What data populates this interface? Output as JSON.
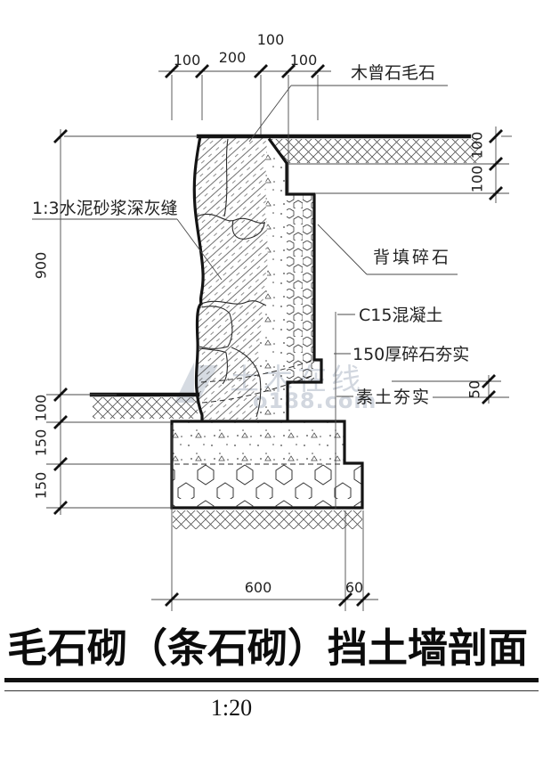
{
  "title": {
    "text": "毛石砌（条石砌）挡土墙剖面",
    "scale": "1:20"
  },
  "annotations": {
    "top_stone": "木曾石毛石",
    "mortar": "1:3水泥砂浆深灰缝",
    "backfill": "背填碎石",
    "concrete": "C15混凝土",
    "gravel_layer": "150厚碎石夯实",
    "soil": "素土夯实"
  },
  "dimensions": {
    "top": [
      "100",
      "200",
      "100",
      "100"
    ],
    "left": [
      "900",
      "100",
      "150",
      "150"
    ],
    "right_top": [
      "100",
      "100"
    ],
    "right_mid": [
      "50"
    ],
    "bottom": [
      "600",
      "60"
    ]
  },
  "watermark": {
    "name": "土木在线",
    "domain": "o188.com"
  },
  "colors": {
    "line": "#141414",
    "thin_line": "#4a4a4a",
    "watermark": "#aeb8c6",
    "background": "#ffffff"
  }
}
